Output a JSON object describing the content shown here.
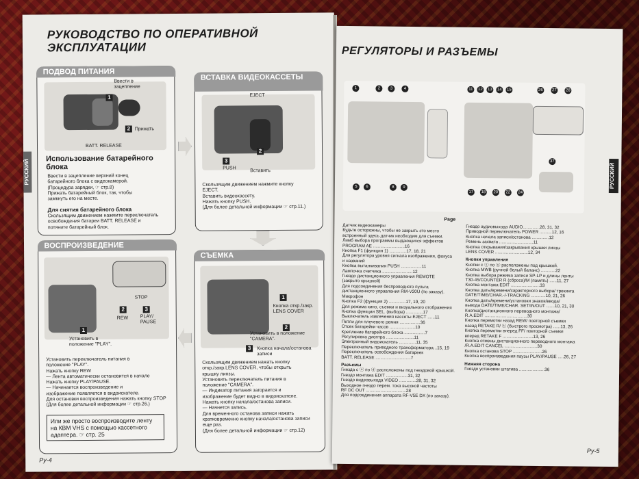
{
  "left": {
    "title_l1": "РУКОВОДСТВО ПО ОПЕРАТИВНОЙ",
    "title_l2": "ЭКСПЛУАТАЦИИ",
    "power": {
      "header": "ПОДВОД ПИТАНИЯ",
      "lbl_insert": "Ввести в зацепление",
      "lbl_press": "Прижать",
      "lbl_batt": "BATT. RELEASE",
      "sub": "Использование батарейного блока",
      "lines": [
        "Ввести в зацепление верхний конец",
        "батарейного блока с видеокамерой.",
        "(Процедура зарядки, ☞ стр.8)",
        "Прижать батарейный блок, так, чтобы",
        "замкнуть его на месте."
      ],
      "sub2": "Для снятия батарейного блока",
      "lines2": [
        "Скользящим движением нажмите переключатель",
        "освобождения батареи BATT. RELEASE и",
        "потяните батарейный блок."
      ]
    },
    "cassette": {
      "header": "ВСТАВКА ВИДЕОКАССЕТЫ",
      "lbl_eject": "EJECT",
      "lbl_push": "PUSH",
      "lbl_insert": "Вставить",
      "lines": [
        "Скользящим движением нажмите кнопку",
        "EJECT.",
        "Вставить видеокассету.",
        "Нажать кнопку PUSH.",
        "(Для более детальной информации ☞ стр.11.)"
      ]
    },
    "playback": {
      "header": "ВОСПРОИЗВЕДЕНИЕ",
      "lbl_stop": "STOP",
      "lbl_rew": "REW",
      "lbl_play": "PLAY/ PAUSE",
      "lbl_mode": "Установить в положение \"PLAY\".",
      "lines": [
        "Установить переключатель питания в",
        "положение \"PLAY\".",
        "Нажать кнопку REW",
        "— Лента автоматически остановится в начале",
        "Нажать кнопку PLAY/PAUSE.",
        "— Начинается воспроизведение и",
        "изображение появляется в видоискателе.",
        "Для остановки воспроизведения нажать кнопку STOP",
        "(Для более детальной информации ☞ стр.26.)"
      ],
      "note": "Или же просто воспроизводите ленту на КВМ VHS с помощью кассетного адаптера. ☞ стр. 25"
    },
    "shooting": {
      "header": "СЪЕМКА",
      "lbl_lens": "Кнопка откр./закр. LENS COVER",
      "lbl_camera": "Установить в положение \"CAMERA\".",
      "lbl_start": "Кнопка начала/останова записи",
      "lines": [
        "Скользящим движением нажать кнопку",
        "откр./закр.LENS COVER, чтобы открыть",
        "крышку линзы.",
        "Установить переключатель питания в",
        "положение \"CAMERA\".",
        "— Индикатор питания загорается и",
        "изображение будет видно в видоискателе.",
        "Нажать кнопку начала/останова записи.",
        "— Начнется запись.",
        "Для временного останова записи нажать",
        "кратковременно кнопку начала/останова записи",
        "еще раз.",
        "(Для более детальной информации ☞ стр.12)"
      ]
    },
    "page_no": "Ру-4",
    "side_tab": "РУССКИЙ"
  },
  "right": {
    "title": "РЕГУЛЯТОРЫ И РАЗЪЕМЫ",
    "page_label": "Page",
    "col1": [
      "Датчик видеокамеры",
      "Будьте осторожны, чтобы не закрыть это место",
      "встроенный здесь датчик необходим для съемки.",
      "Лимб выбора программы выдающихся эффектов",
      "PROGRAM AE ..........................16",
      "Кнопка F1 (функция 1) ..............17, 18, 21",
      "Для регулятора уровня сигнала изображения, фокуса",
      "и названий",
      "Кнопка выталкивания PUSH .................11",
      "Лампочка счетчика .........................12",
      "Гнездо дистанционного управления REMOTE",
      "(закрыто крышкой)",
      "Для подсоединения беспроводного пульта",
      "дистанционного управления RM-V20U (по заказу).",
      "Микрофон",
      "Кнопка F2 (функция 2) ..............17, 19, 20",
      "Для режима кино, съемки и визуального отображения",
      "Кнопка функции SEL. (выбора) ..............17",
      "Выключатель извлечения кассеты EJECT ......11",
      "Петли для плечевого ремня .................36",
      "Отсек батарейки часов .....................10",
      "Крепление батарейного блока .................7",
      "Регулировка диоптра .......................11",
      "Электронный видоискатель ..............11, 35",
      "Переключатель приводного трансформатора...15, 19",
      "Переключатель освобождения батареек",
      "BATT. RELEASE .............................7"
    ],
    "col1b_head": "Разъемы",
    "col1b": [
      "Гнезда с ⓐ по ⓓ расположены под гнездовой крышкой.",
      "Гнездо монтажа EDIT ..................31, 32",
      "Гнездо видеовыхода VIDEO ..............28, 31, 32",
      "Выходное гнездо перем. тока высокой частоты",
      "RF DC OUT .................................28",
      "Для подсоединения аппарата RF-V5E DX (по заказу)."
    ],
    "col2": [
      "Гнездо аудиовыхода AUDIO..............28, 31, 32",
      "Приводной переключатель POWER ..........12, 16",
      "Кнопка начала записи/останова ..............12",
      "Ремень захвата ............................11",
      "Кнопка открывания/закрывания крышки линзы",
      "LENS COVER ...........................12, 34"
    ],
    "col2b_head": "Кнопки управления",
    "col2b": [
      "Кнопки с ⓢ по ⓤ расположены под крышкой.",
      "Кнопка MWB (ручной белый баланс) ............22",
      "Кнопка выбора режима записи SP-LP и длины ленты",
      "T30-45/COUNTER R (сброса)/M (память) ......11, 27",
      "Кнопка монтажа EDIT ........................33",
      "Кнопка даты/времени/характерного выбора/ трекинга",
      "DATE/TIME/CHAR.-/-TRACKING ............10, 21, 26",
      "Кнопка даты/времени/установки знаков/ввода/",
      "вывода DATE/TIME/CHAR. SET/IN/OUT .......10, 21, 30",
      "Кнопка/дистанционного переводного монтажа/",
      "R.A.EDIT ...................................30",
      "Кнопка перемотки назад REW/ повторной съемки",
      "назад RETAKE R/ ⓣ (быстрого просмотра) ......13, 26",
      "Кнопка перемотки вперед FF/ повторной съемки",
      "вперед RETAKE F .........................13, 26",
      "Кнопка отмены дистанционного переводного монтажа",
      "/R.A.EDIT CANCEL ...........................30",
      "Кнопка останова STOP ........................26",
      "Кнопка воспроизведения паузы PLAY/PAUSE .....26, 27"
    ],
    "col2c_head": "Нижняя сторона",
    "col2c": [
      "Гнездо установки штатива .....................36"
    ],
    "page_no": "Ру-5",
    "side_tab": "РУССКИЙ"
  }
}
